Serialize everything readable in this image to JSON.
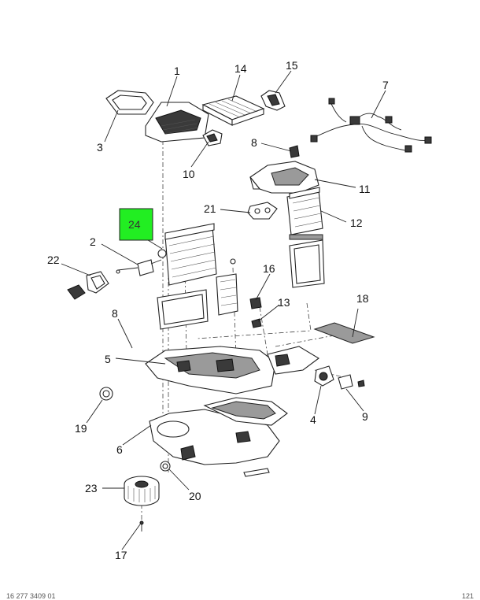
{
  "diagram": {
    "highlight_color": "#22ee22",
    "highlight_label": "24",
    "callouts": [
      "1",
      "14",
      "15",
      "7",
      "3",
      "10",
      "8",
      "11",
      "21",
      "12",
      "24",
      "2",
      "22",
      "16",
      "13",
      "18",
      "8",
      "5",
      "4",
      "9",
      "19",
      "6",
      "23",
      "20",
      "17"
    ]
  },
  "footer": {
    "left": "16 277 3409 01",
    "right": "121"
  }
}
